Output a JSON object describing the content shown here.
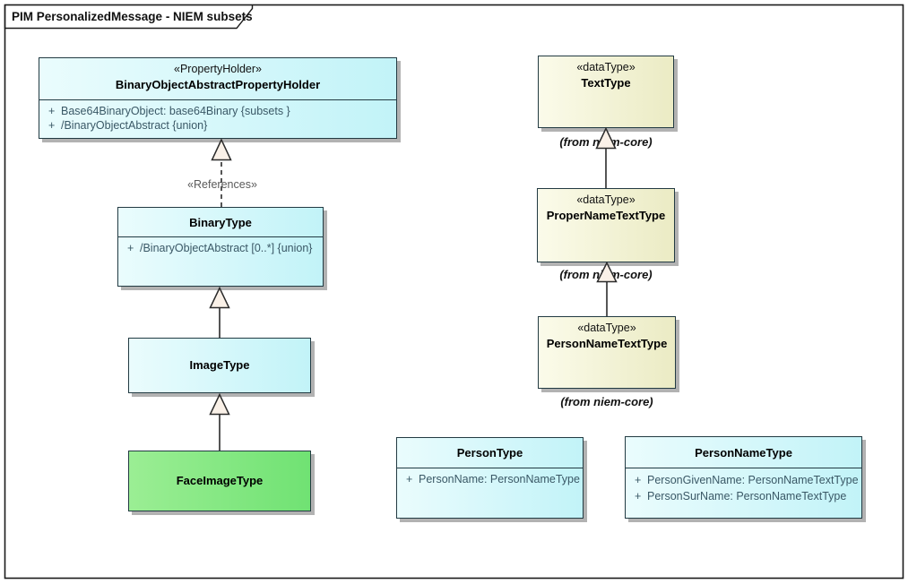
{
  "frame": {
    "title": "PIM PersonalizedMessage - NIEM subsets"
  },
  "labels": {
    "plus": "+",
    "references": "«References»",
    "from_niem_core": "(from niem-core)"
  },
  "colors": {
    "class_fill_cyan": "#c2f3f8",
    "class_fill_beige": "#ebebc4",
    "class_fill_green": "#70e273",
    "box_border": "#223a42",
    "attribute_text": "#3a5866",
    "connector": "#2b2b2b",
    "triangle_fill": "#faf1e8",
    "shadow": "#b2b2b2"
  },
  "classes": {
    "binary_object_abstract_property_holder": {
      "stereotype": "«PropertyHolder»",
      "name": "BinaryObjectAbstractPropertyHolder",
      "attributes": [
        "Base64BinaryObject: base64Binary {subsets }",
        "/BinaryObjectAbstract {union}"
      ]
    },
    "binary_type": {
      "name": "BinaryType",
      "attributes": [
        "/BinaryObjectAbstract [0..*] {union}"
      ]
    },
    "image_type": {
      "name": "ImageType"
    },
    "face_image_type": {
      "name": "FaceImageType"
    },
    "text_type": {
      "stereotype": "«dataType»",
      "name": "TextType",
      "note": "(from niem-core)"
    },
    "proper_name_text_type": {
      "stereotype": "«dataType»",
      "name": "ProperNameTextType",
      "note": "(from niem-core)"
    },
    "person_name_text_type": {
      "stereotype": "«dataType»",
      "name": "PersonNameTextType",
      "note": "(from niem-core)"
    },
    "person_type": {
      "name": "PersonType",
      "attributes": [
        "PersonName: PersonNameType"
      ]
    },
    "person_name_type": {
      "name": "PersonNameType",
      "attributes": [
        "PersonGivenName: PersonNameTextType",
        "PersonSurName: PersonNameTextType"
      ]
    }
  }
}
